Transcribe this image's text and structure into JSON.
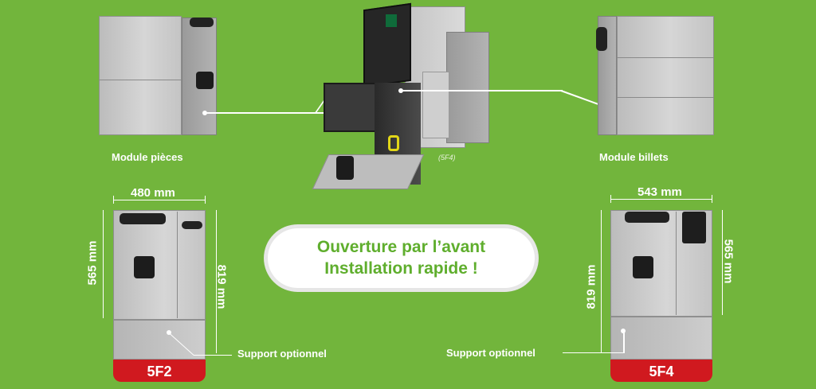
{
  "labels": {
    "module_pieces": "Module pièces",
    "module_billets": "Module billets",
    "center_caption": "(5F4)",
    "support_left": "Support optionnel",
    "support_right": "Support optionnel"
  },
  "dimensions": {
    "left_width": "480 mm",
    "left_height_upper": "565 mm",
    "left_height_total": "819 mm",
    "right_width": "543 mm",
    "right_height_upper": "565 mm",
    "right_height_total": "819 mm"
  },
  "badges": {
    "left": "5F2",
    "right": "5F4"
  },
  "banner": {
    "line1": "Ouverture par l’avant",
    "line2": "Installation rapide !"
  },
  "colors": {
    "background": "#72b53c",
    "banner_text": "#5fae2d",
    "badge": "#d0191f"
  }
}
